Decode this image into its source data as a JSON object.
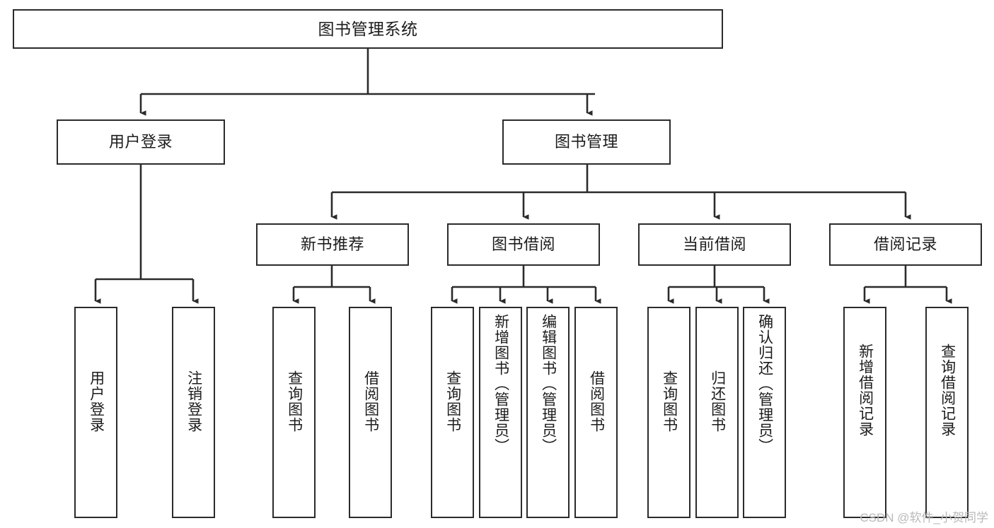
{
  "diagram": {
    "type": "tree-hierarchy",
    "title": "图书管理系统",
    "watermark": "CSDN @软件_小贺同学",
    "colors": {
      "box_border": "#2b2b2b",
      "box_fill": "#ffffff",
      "connector": "#2b2b2b",
      "text": "#1c1c1c",
      "watermark": "#b9b9b9",
      "background": "#ffffff"
    },
    "levels": {
      "root": "图书管理系统",
      "level2": [
        "用户登录",
        "图书管理"
      ],
      "level3": [
        "新书推荐",
        "图书借阅",
        "当前借阅",
        "借阅记录"
      ]
    },
    "nodes": {
      "root": {
        "label": "图书管理系统"
      },
      "user_login": {
        "label": "用户登录"
      },
      "book_manage": {
        "label": "图书管理"
      },
      "new_book_rec": {
        "label": "新书推荐"
      },
      "book_borrow": {
        "label": "图书借阅"
      },
      "current_borrow": {
        "label": "当前借阅"
      },
      "borrow_record": {
        "label": "借阅记录"
      },
      "leaf_user_login": {
        "label": "用户登录"
      },
      "leaf_user_logout": {
        "label": "注销登录"
      },
      "leaf_rec_query": {
        "label": "查询图书"
      },
      "leaf_rec_borrow": {
        "label": "借阅图书"
      },
      "leaf_borrow_query": {
        "label": "查询图书"
      },
      "leaf_borrow_add": {
        "label": "新增图书（管理员）"
      },
      "leaf_borrow_edit": {
        "label": "编辑图书（管理员）"
      },
      "leaf_borrow_borrow": {
        "label": "借阅图书"
      },
      "leaf_current_query": {
        "label": "查询图书"
      },
      "leaf_current_return": {
        "label": "归还图书"
      },
      "leaf_current_confirm": {
        "label": "确认归还（管理员）"
      },
      "leaf_record_add": {
        "label": "新增借阅记录"
      },
      "leaf_record_query": {
        "label": "查询借阅记录"
      }
    }
  }
}
